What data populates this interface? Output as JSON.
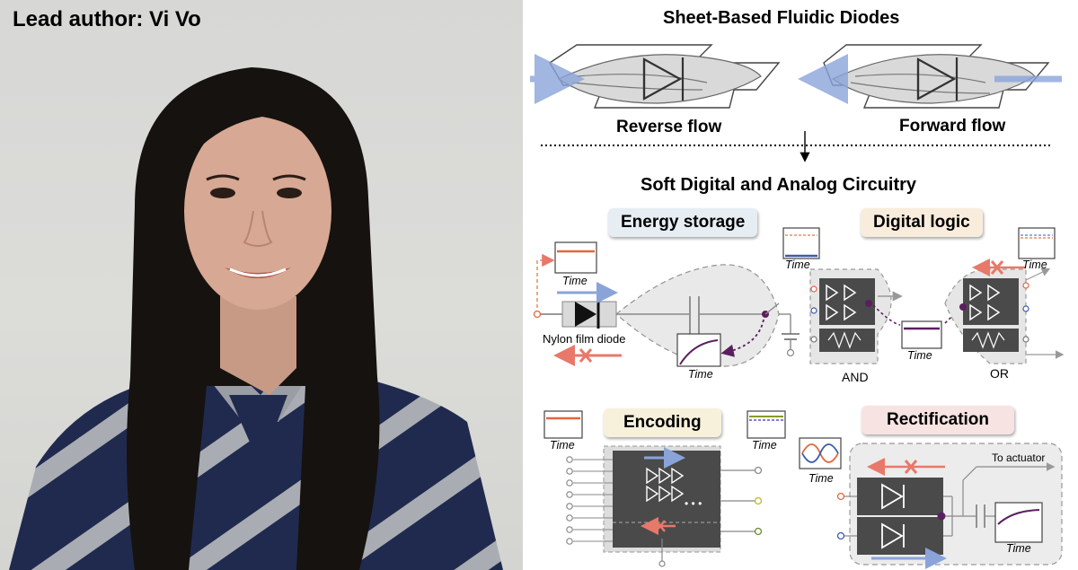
{
  "photo": {
    "caption": "Lead author: Vi Vo"
  },
  "figure": {
    "top_title": "Sheet-Based Fluidic Diodes",
    "reverse_label": "Reverse flow",
    "forward_label": "Forward flow",
    "mid_title": "Soft Digital and Analog Circuitry",
    "panels": {
      "energy_storage": "Energy storage",
      "digital_logic": "Digital logic",
      "encoding": "Encoding",
      "rectification": "Rectification"
    },
    "time_label": "Time",
    "nylon_label": "Nylon film diode",
    "and_label": "AND",
    "or_label": "OR",
    "to_actuator": "To actuator"
  },
  "colors": {
    "pill_blue": "#e6edf3",
    "pill_peach": "#f8ecdc",
    "pill_yellow": "#f7f1dc",
    "pill_pink": "#f8e3e3",
    "arrow_blue": "#8aa4d9",
    "cross_red": "#e8786a",
    "signal_purple": "#5a1f5e",
    "device_gray": "#4a4a4a"
  }
}
